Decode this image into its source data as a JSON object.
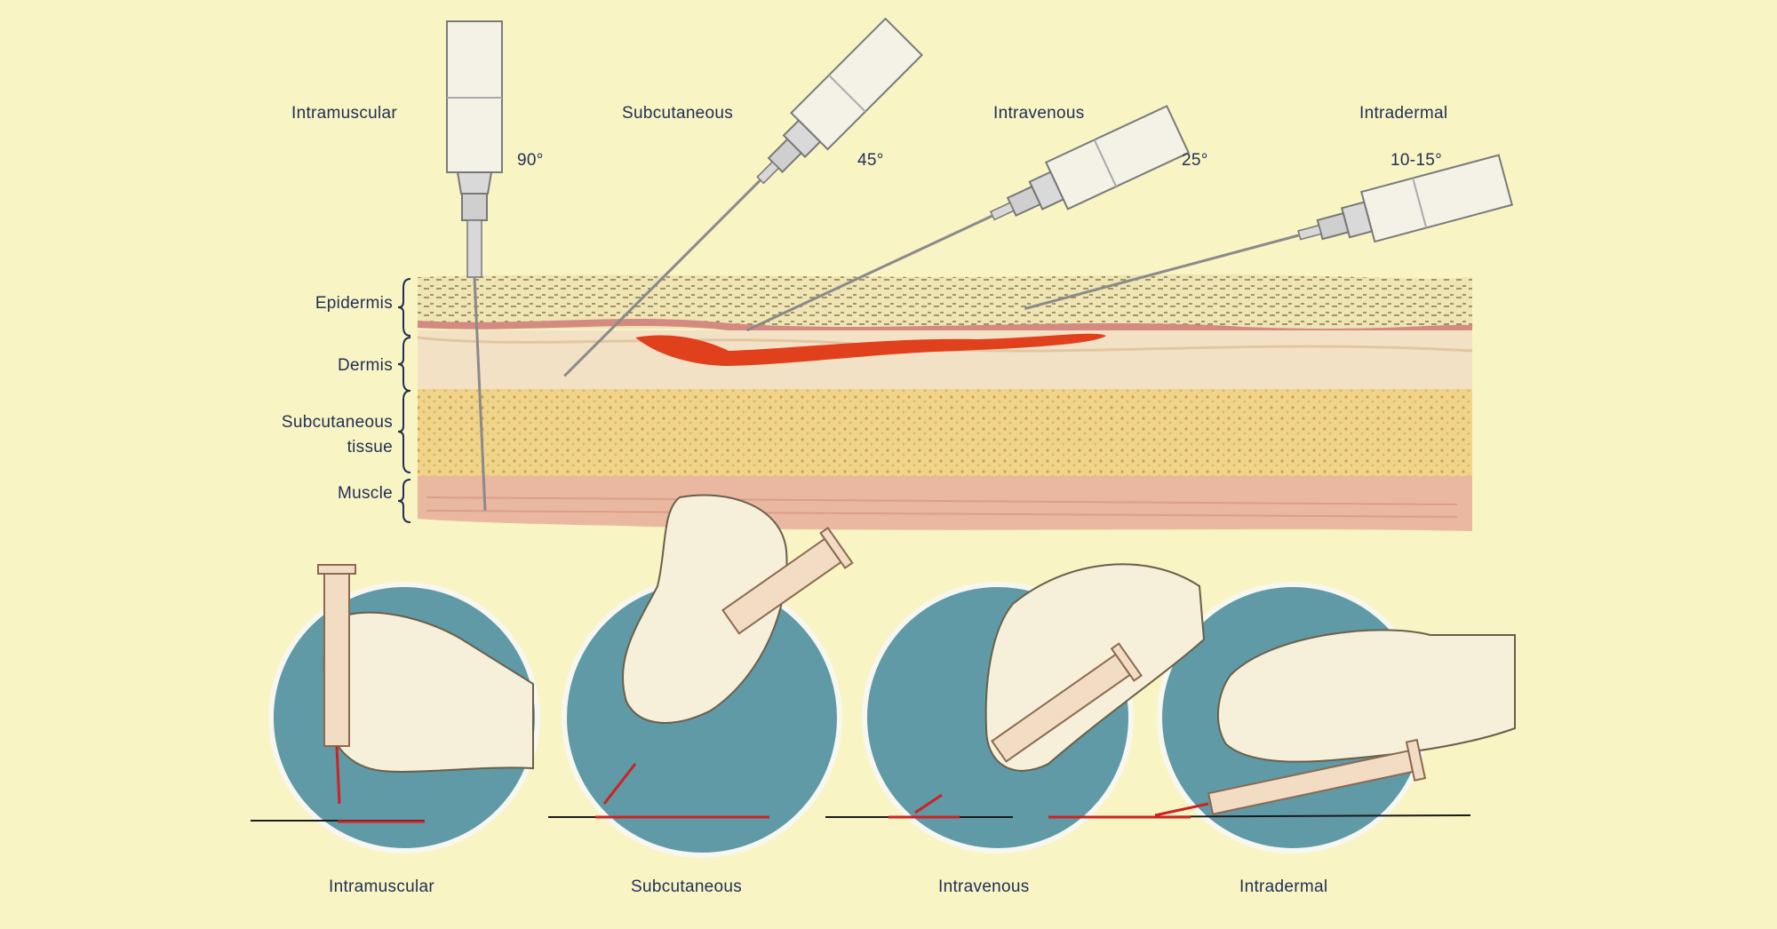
{
  "routes": [
    {
      "name": "Intramuscular",
      "angle": "90°"
    },
    {
      "name": "Subcutaneous",
      "angle": "45°"
    },
    {
      "name": "Intravenous",
      "angle": "25°"
    },
    {
      "name": "Intradermal",
      "angle": "10-15°"
    }
  ],
  "layers": [
    {
      "name": "Epidermis"
    },
    {
      "name": "Dermis"
    },
    {
      "name": "Subcutaneous tissue"
    },
    {
      "name": "Muscle"
    }
  ],
  "bottom_captions": [
    "Intramuscular",
    "Subcutaneous",
    "Intravenous",
    "Intradermal"
  ],
  "colors": {
    "background": "#f8f4c4",
    "epidermis": "#efe4b4",
    "dermis": "#f3e1c6",
    "subcutaneous": "#f0d48c",
    "muscle": "#eab8a0",
    "vessel": "#e0401c",
    "circle": "#5f9aa6",
    "glove": "#f6efd9",
    "text": "#1f2f55"
  },
  "icons": [
    "syringe-icon",
    "gloved-hand-icon"
  ]
}
